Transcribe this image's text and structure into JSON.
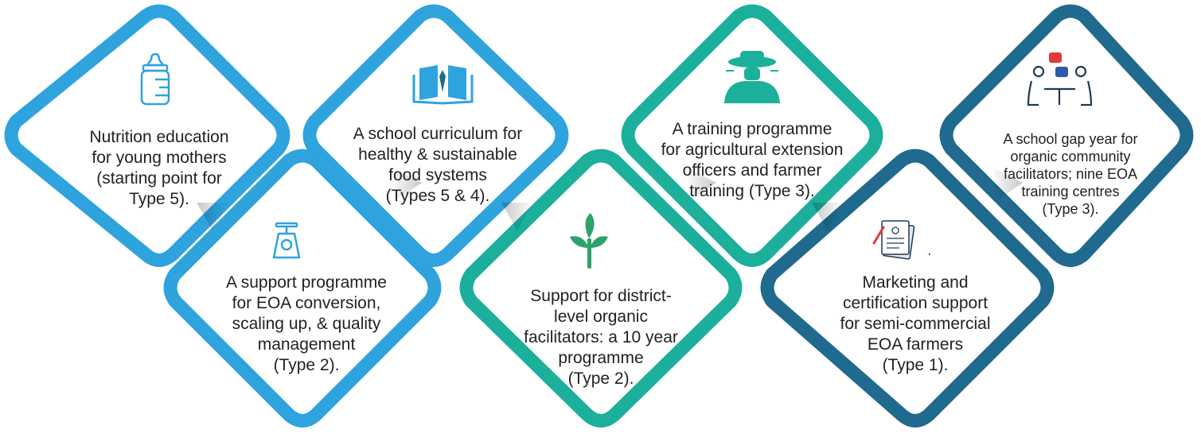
{
  "colors": {
    "light_blue": "#2EA3DE",
    "teal": "#1BAF9C",
    "dark_blue": "#1F6A8E",
    "icon_blue": "#2EA3DE",
    "icon_green": "#2BA36A",
    "icon_red": "#E23A3A",
    "text": "#222222"
  },
  "items": [
    {
      "id": "nutrition",
      "icon": "baby-bottle-icon",
      "text": "Nutrition education\nfor young mothers\n(starting point for\nType 5)."
    },
    {
      "id": "support-eoa",
      "icon": "weighing-scale-icon",
      "text": "A support programme\nfor EOA conversion,\nscaling up, & quality\nmanagement\n(Type 2)."
    },
    {
      "id": "curriculum",
      "icon": "open-book-icon",
      "text": "A school curriculum for\nhealthy & sustainable\nfood systems\n(Types 5 & 4)."
    },
    {
      "id": "district",
      "icon": "sprout-icon",
      "text": "Support for district-\nlevel organic\nfacilitators: a 10 year\nprogramme\n(Type 2)."
    },
    {
      "id": "extension",
      "icon": "farmer-icon",
      "text": "A training programme\nfor agricultural extension\nofficers and farmer\ntraining (Type 3)."
    },
    {
      "id": "marketing",
      "icon": "certificate-icon",
      "text": "Marketing and\ncertification support\nfor semi-commercial\nEOA farmers\n(Type 1)."
    },
    {
      "id": "gap-year",
      "icon": "discussion-icon",
      "text": "A school gap year for\norganic community\nfacilitators; nine EOA\ntraining centres\n(Type 3)."
    }
  ]
}
